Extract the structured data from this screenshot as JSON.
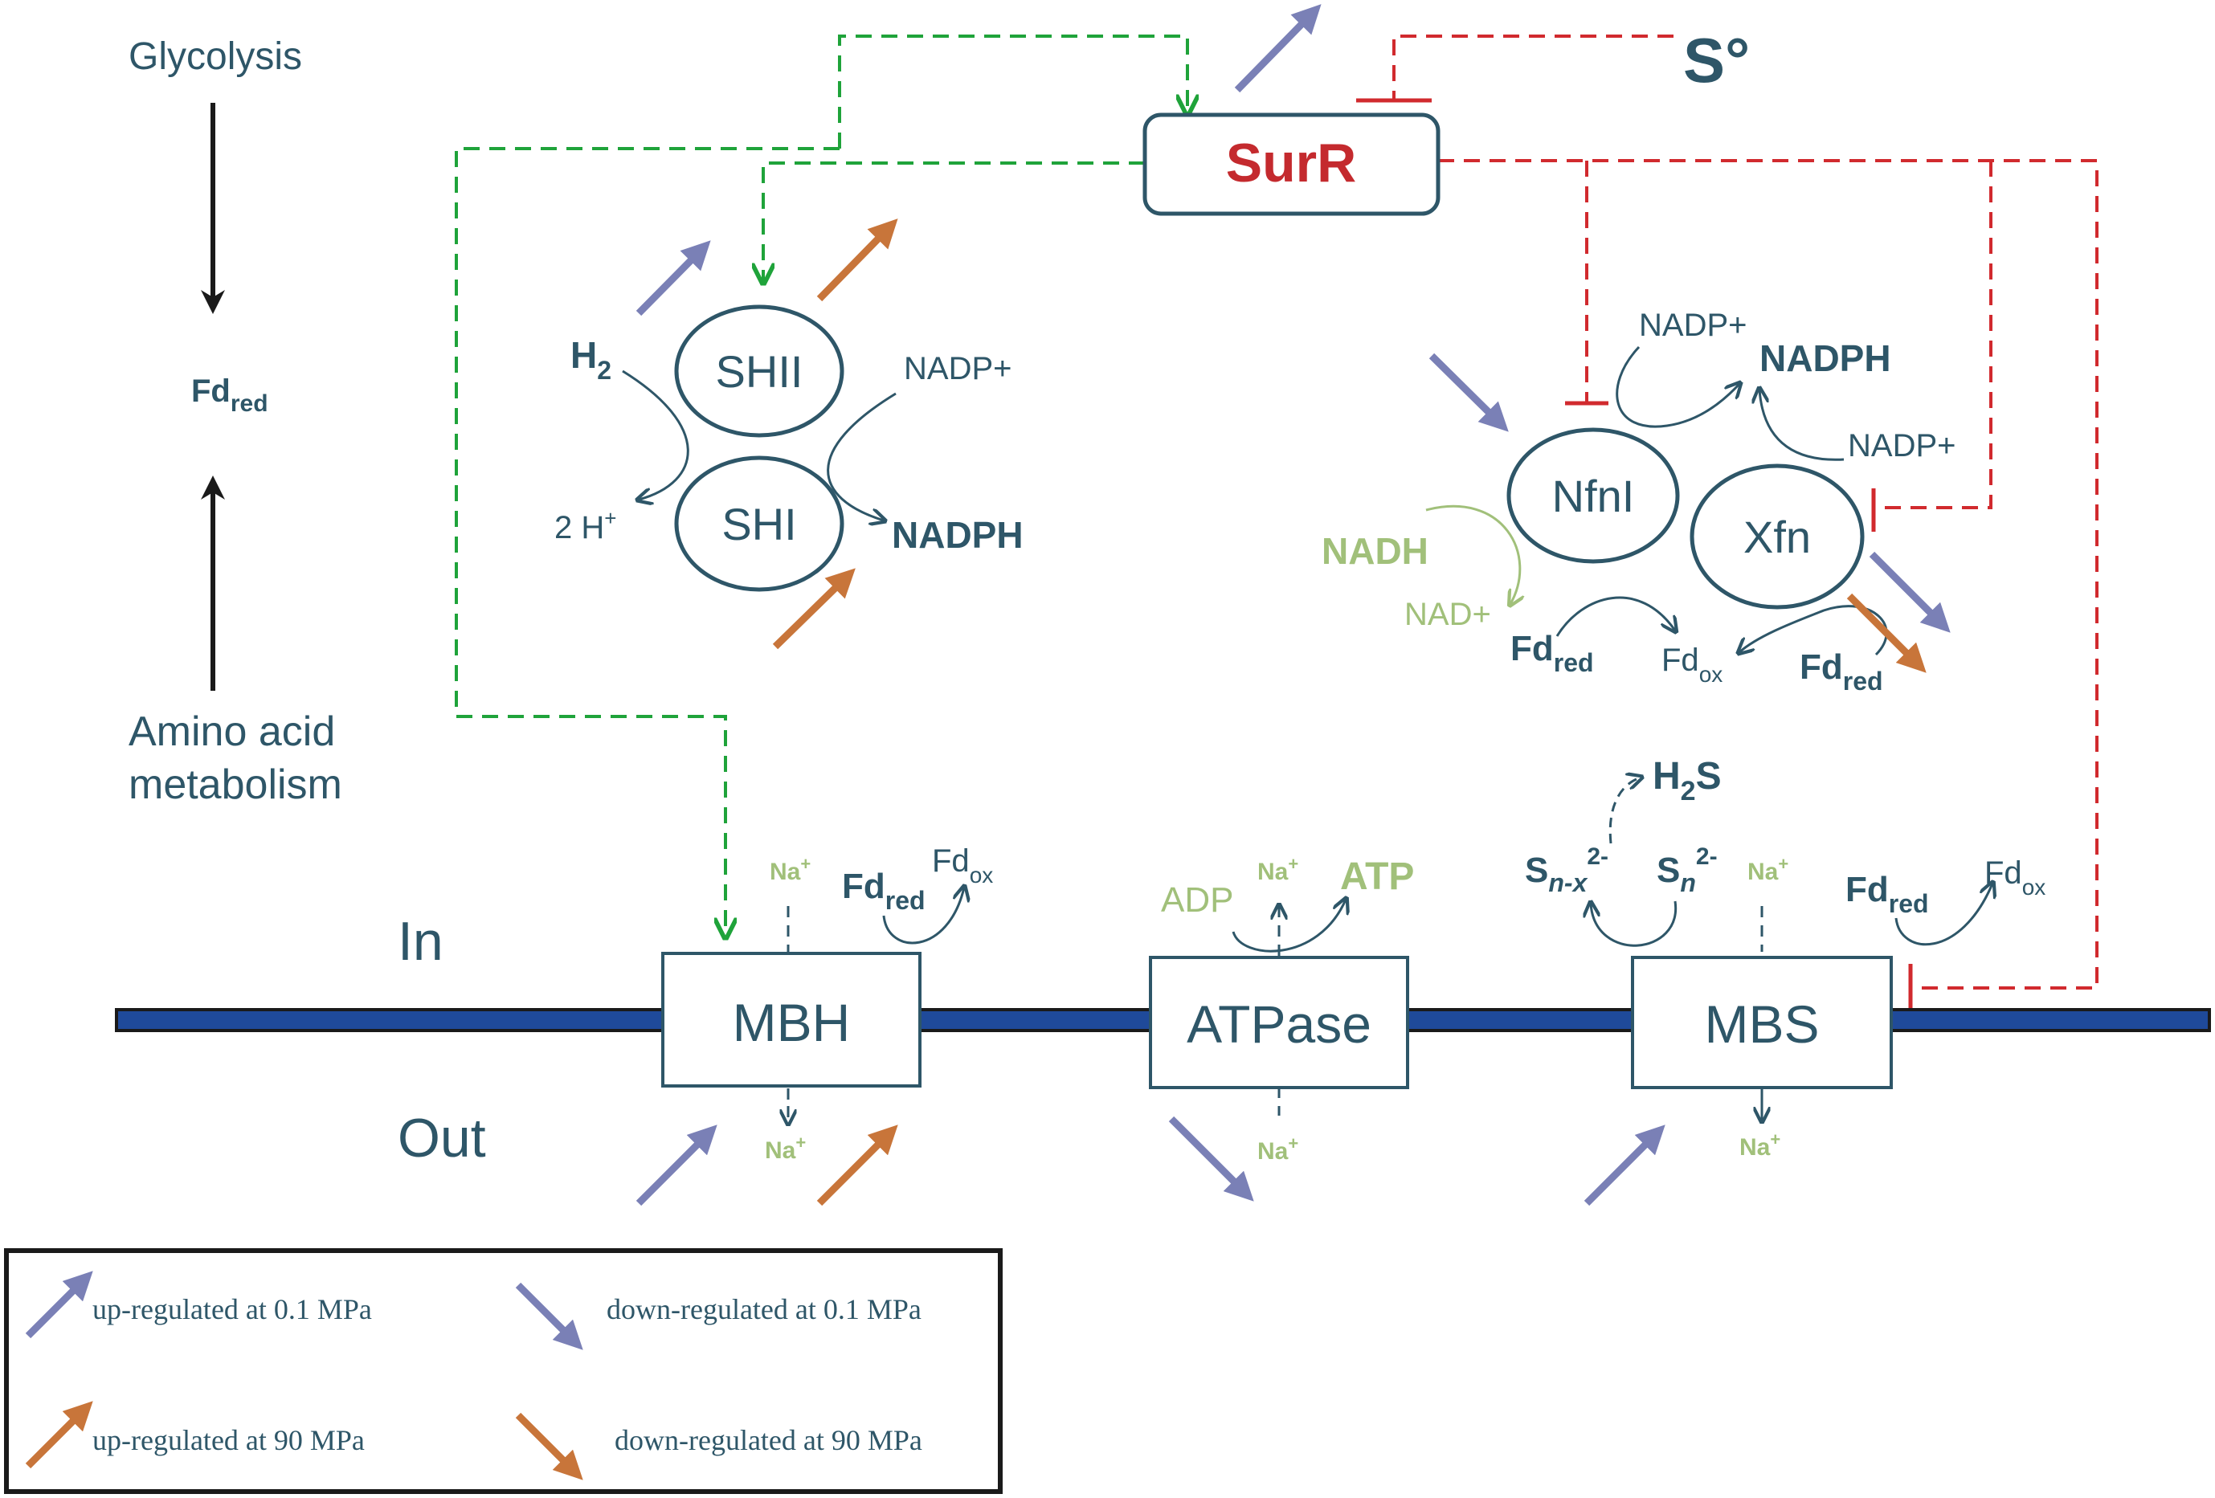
{
  "colors": {
    "teal": "#2e5668",
    "green_dash": "#1fa33a",
    "red_dash": "#d12a2e",
    "surr_red": "#c42a2e",
    "light_green": "#a1c07a",
    "blue_arrow": "#7a80b6",
    "orange_arrow": "#c8753a",
    "membrane": "#1f4a9a",
    "black": "#1a1a1a"
  },
  "side": {
    "glycolysis": "Glycolysis",
    "fd": "Fd",
    "fd_sub": "red",
    "amino_line1": "Amino acid",
    "amino_line2": "metabolism"
  },
  "regulator": {
    "surr": "SurR",
    "sulfur": "S°"
  },
  "hydrogenase": {
    "shii": "SHII",
    "shi": "SHI",
    "h": "H",
    "h_sub": "2",
    "protons": "2 H",
    "protons_sup": "+",
    "nadp": "NADP+",
    "nadph": "NADPH"
  },
  "nfn": {
    "nfni": "NfnI",
    "xfn": "Xfn",
    "nadp_top": "NADP+",
    "nadph": "NADPH",
    "nadp_right": "NADP+",
    "nadh": "NADH",
    "nad": "NAD+",
    "fd": "Fd",
    "red": "red",
    "ox": "ox"
  },
  "membrane": {
    "in": "In",
    "out": "Out",
    "mbh": "MBH",
    "atpase": "ATPase",
    "mbs": "MBS",
    "na": "Na",
    "na_sup": "+",
    "adp": "ADP",
    "atp": "ATP",
    "fd": "Fd",
    "red": "red",
    "ox": "ox",
    "h2s_h": "H",
    "h2s_sub": "2",
    "h2s_s": "S",
    "s": "S",
    "snx_sub": "n-x",
    "sn_sub": "n",
    "charge": "2-"
  },
  "legend": {
    "up_low": "up-regulated at 0.1 MPa",
    "down_low": "down-regulated at 0.1 MPa",
    "up_high": "up-regulated at 90 MPa",
    "down_high": "down-regulated at 90 MPa"
  }
}
